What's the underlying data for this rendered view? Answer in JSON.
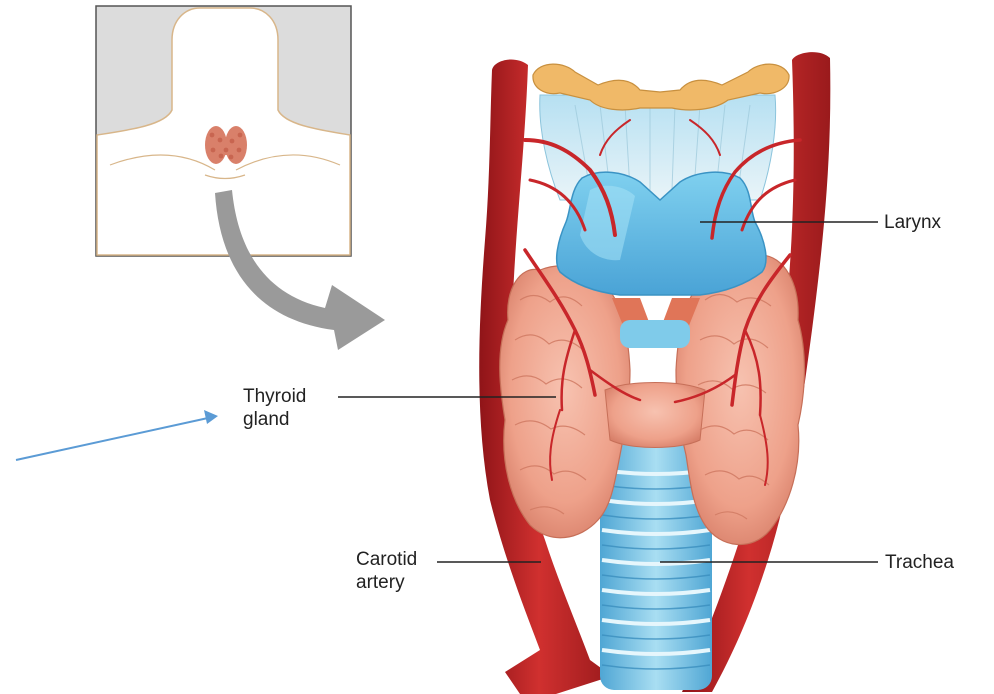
{
  "labels": {
    "larynx": "Larynx",
    "thyroid_line1": "Thyroid",
    "thyroid_line2": "gland",
    "carotid_line1": "Carotid",
    "carotid_line2": "artery",
    "trachea": "Trachea"
  },
  "colors": {
    "artery": "#c8262a",
    "artery_shade": "#8f1418",
    "thyroid": "#f0a790",
    "thyroid_shade": "#d9806a",
    "cartilage": "#6cc4e8",
    "cartilage_shade": "#3a93c4",
    "trachea": "#8ccfe9",
    "hyoid": "#f0b968",
    "inset_bg": "#dcdcdc",
    "skin_outline": "#d8b68a",
    "flow_arrow": "#9a9a9a",
    "pointer_arrow": "#5b9bd5",
    "leader_line": "#222222"
  }
}
